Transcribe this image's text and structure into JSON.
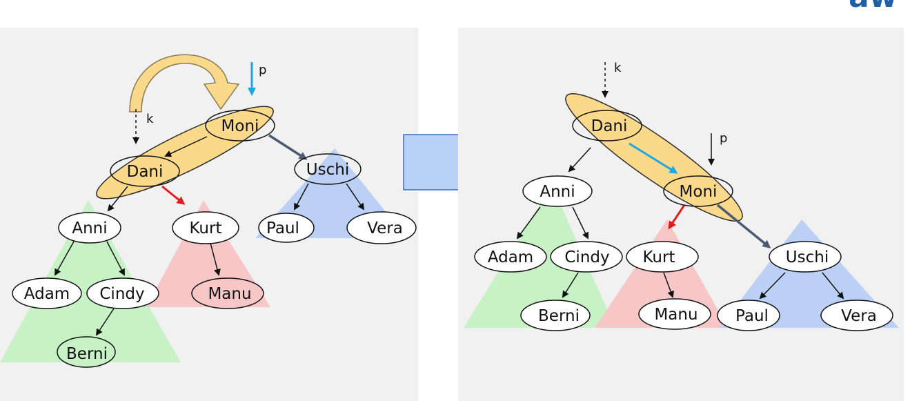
{
  "logo_text": "aw",
  "colors": {
    "panel_bg": "#f1f1f1",
    "green_subtree": "#c6f2c6",
    "red_subtree": "#f7c6c6",
    "blue_subtree": "#bcd0f5",
    "rotation_highlight": "#fbd98a",
    "highlight_stroke": "#2b2b2b",
    "pointer_blue": "#1aa7e6",
    "pointer_red": "#e41b1b",
    "edge_gray": "#4a5a70",
    "big_arrow_fill": "#b9d0f7",
    "big_arrow_stroke": "#3b6fc3"
  },
  "before": {
    "nodes": [
      "Moni",
      "Dani",
      "Uschi",
      "Anni",
      "Kurt",
      "Paul",
      "Vera",
      "Adam",
      "Cindy",
      "Manu",
      "Berni"
    ],
    "pointer_labels": {
      "p": "p",
      "k": "k"
    }
  },
  "after": {
    "nodes": [
      "Dani",
      "Anni",
      "Moni",
      "Adam",
      "Cindy",
      "Kurt",
      "Uschi",
      "Berni",
      "Manu",
      "Paul",
      "Vera"
    ],
    "pointer_labels": {
      "k": "k",
      "p": "p"
    }
  }
}
